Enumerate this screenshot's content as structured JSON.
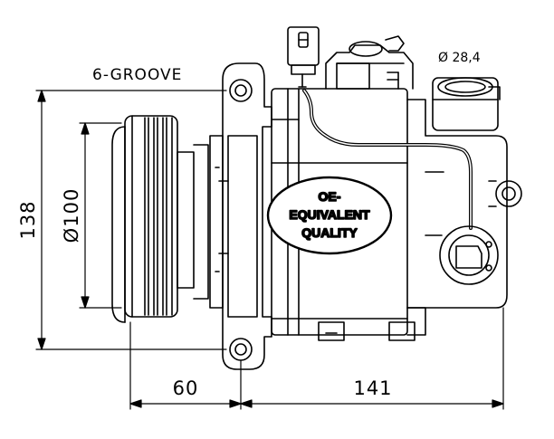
{
  "labels": {
    "grooves": "6-GROOVE",
    "port_diameter": "Ø 28,4",
    "height": "138",
    "pulley_diameter": "Ø100",
    "offset_pulley": "60",
    "length_body": "141"
  },
  "badge": {
    "line1": "OE-",
    "line2": "EQUIVALENT",
    "line3": "QUALITY"
  },
  "colors": {
    "line": "#000000",
    "background": "#ffffff"
  }
}
